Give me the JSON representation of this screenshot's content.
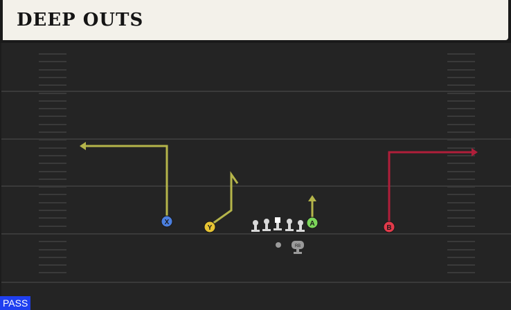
{
  "header": {
    "title": "DEEP OUTS"
  },
  "play_type": "PASS",
  "receivers": [
    {
      "label": "X",
      "color": "#4b7fe0",
      "route": "out-left",
      "route_color": "#b5b54a"
    },
    {
      "label": "Y",
      "color": "#e7c433",
      "route": "slant-up",
      "route_color": "#b5b54a"
    },
    {
      "label": "A",
      "color": "#7cd65a",
      "route": "short-up",
      "route_color": "#b5b54a"
    },
    {
      "label": "B",
      "color": "#e23a4a",
      "route": "out-right",
      "route_color": "#b01e3a"
    }
  ],
  "backfield": {
    "rb_label": "RB"
  },
  "colors": {
    "header_bg": "#f3f1ea",
    "field_bg": "#242424",
    "lineman": "#d9d9d9",
    "pass_badge": "#1f3ff0"
  }
}
